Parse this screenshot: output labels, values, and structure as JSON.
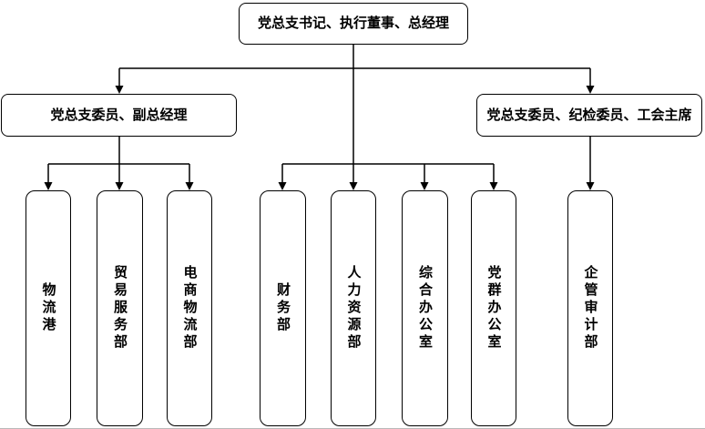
{
  "diagram": {
    "type": "org-chart",
    "colors": {
      "background": "#ffffff",
      "line": "#000000",
      "text": "#000000",
      "node_border": "#000000",
      "node_fill": "#ffffff"
    },
    "nodes": {
      "top": {
        "id": "n1",
        "label": "党总支书记、执行董事、总经理"
      },
      "managers": [
        {
          "id": "n2",
          "label": "党总支委员、副总经理"
        },
        {
          "id": "n3",
          "label": "党总支委员、纪检委员、工会主席"
        }
      ],
      "departments": [
        {
          "id": "d1",
          "label": "物流港"
        },
        {
          "id": "d2",
          "label": "贸易服务部"
        },
        {
          "id": "d3",
          "label": "电商物流部"
        },
        {
          "id": "d4",
          "label": "财务部"
        },
        {
          "id": "d5",
          "label": "人力资源部"
        },
        {
          "id": "d6",
          "label": "综合办公室"
        },
        {
          "id": "d7",
          "label": "党群办公室"
        },
        {
          "id": "d8",
          "label": "企管审计部"
        }
      ]
    },
    "edges": [
      {
        "from": "n1",
        "to": "n2"
      },
      {
        "from": "n1",
        "to": "n3"
      },
      {
        "from": "n2",
        "to": "d1"
      },
      {
        "from": "n2",
        "to": "d2"
      },
      {
        "from": "n2",
        "to": "d3"
      },
      {
        "from": "n1",
        "to": "d4"
      },
      {
        "from": "n1",
        "to": "d5"
      },
      {
        "from": "n1",
        "to": "d6"
      },
      {
        "from": "n1",
        "to": "d7"
      },
      {
        "from": "n3",
        "to": "d8"
      }
    ]
  }
}
